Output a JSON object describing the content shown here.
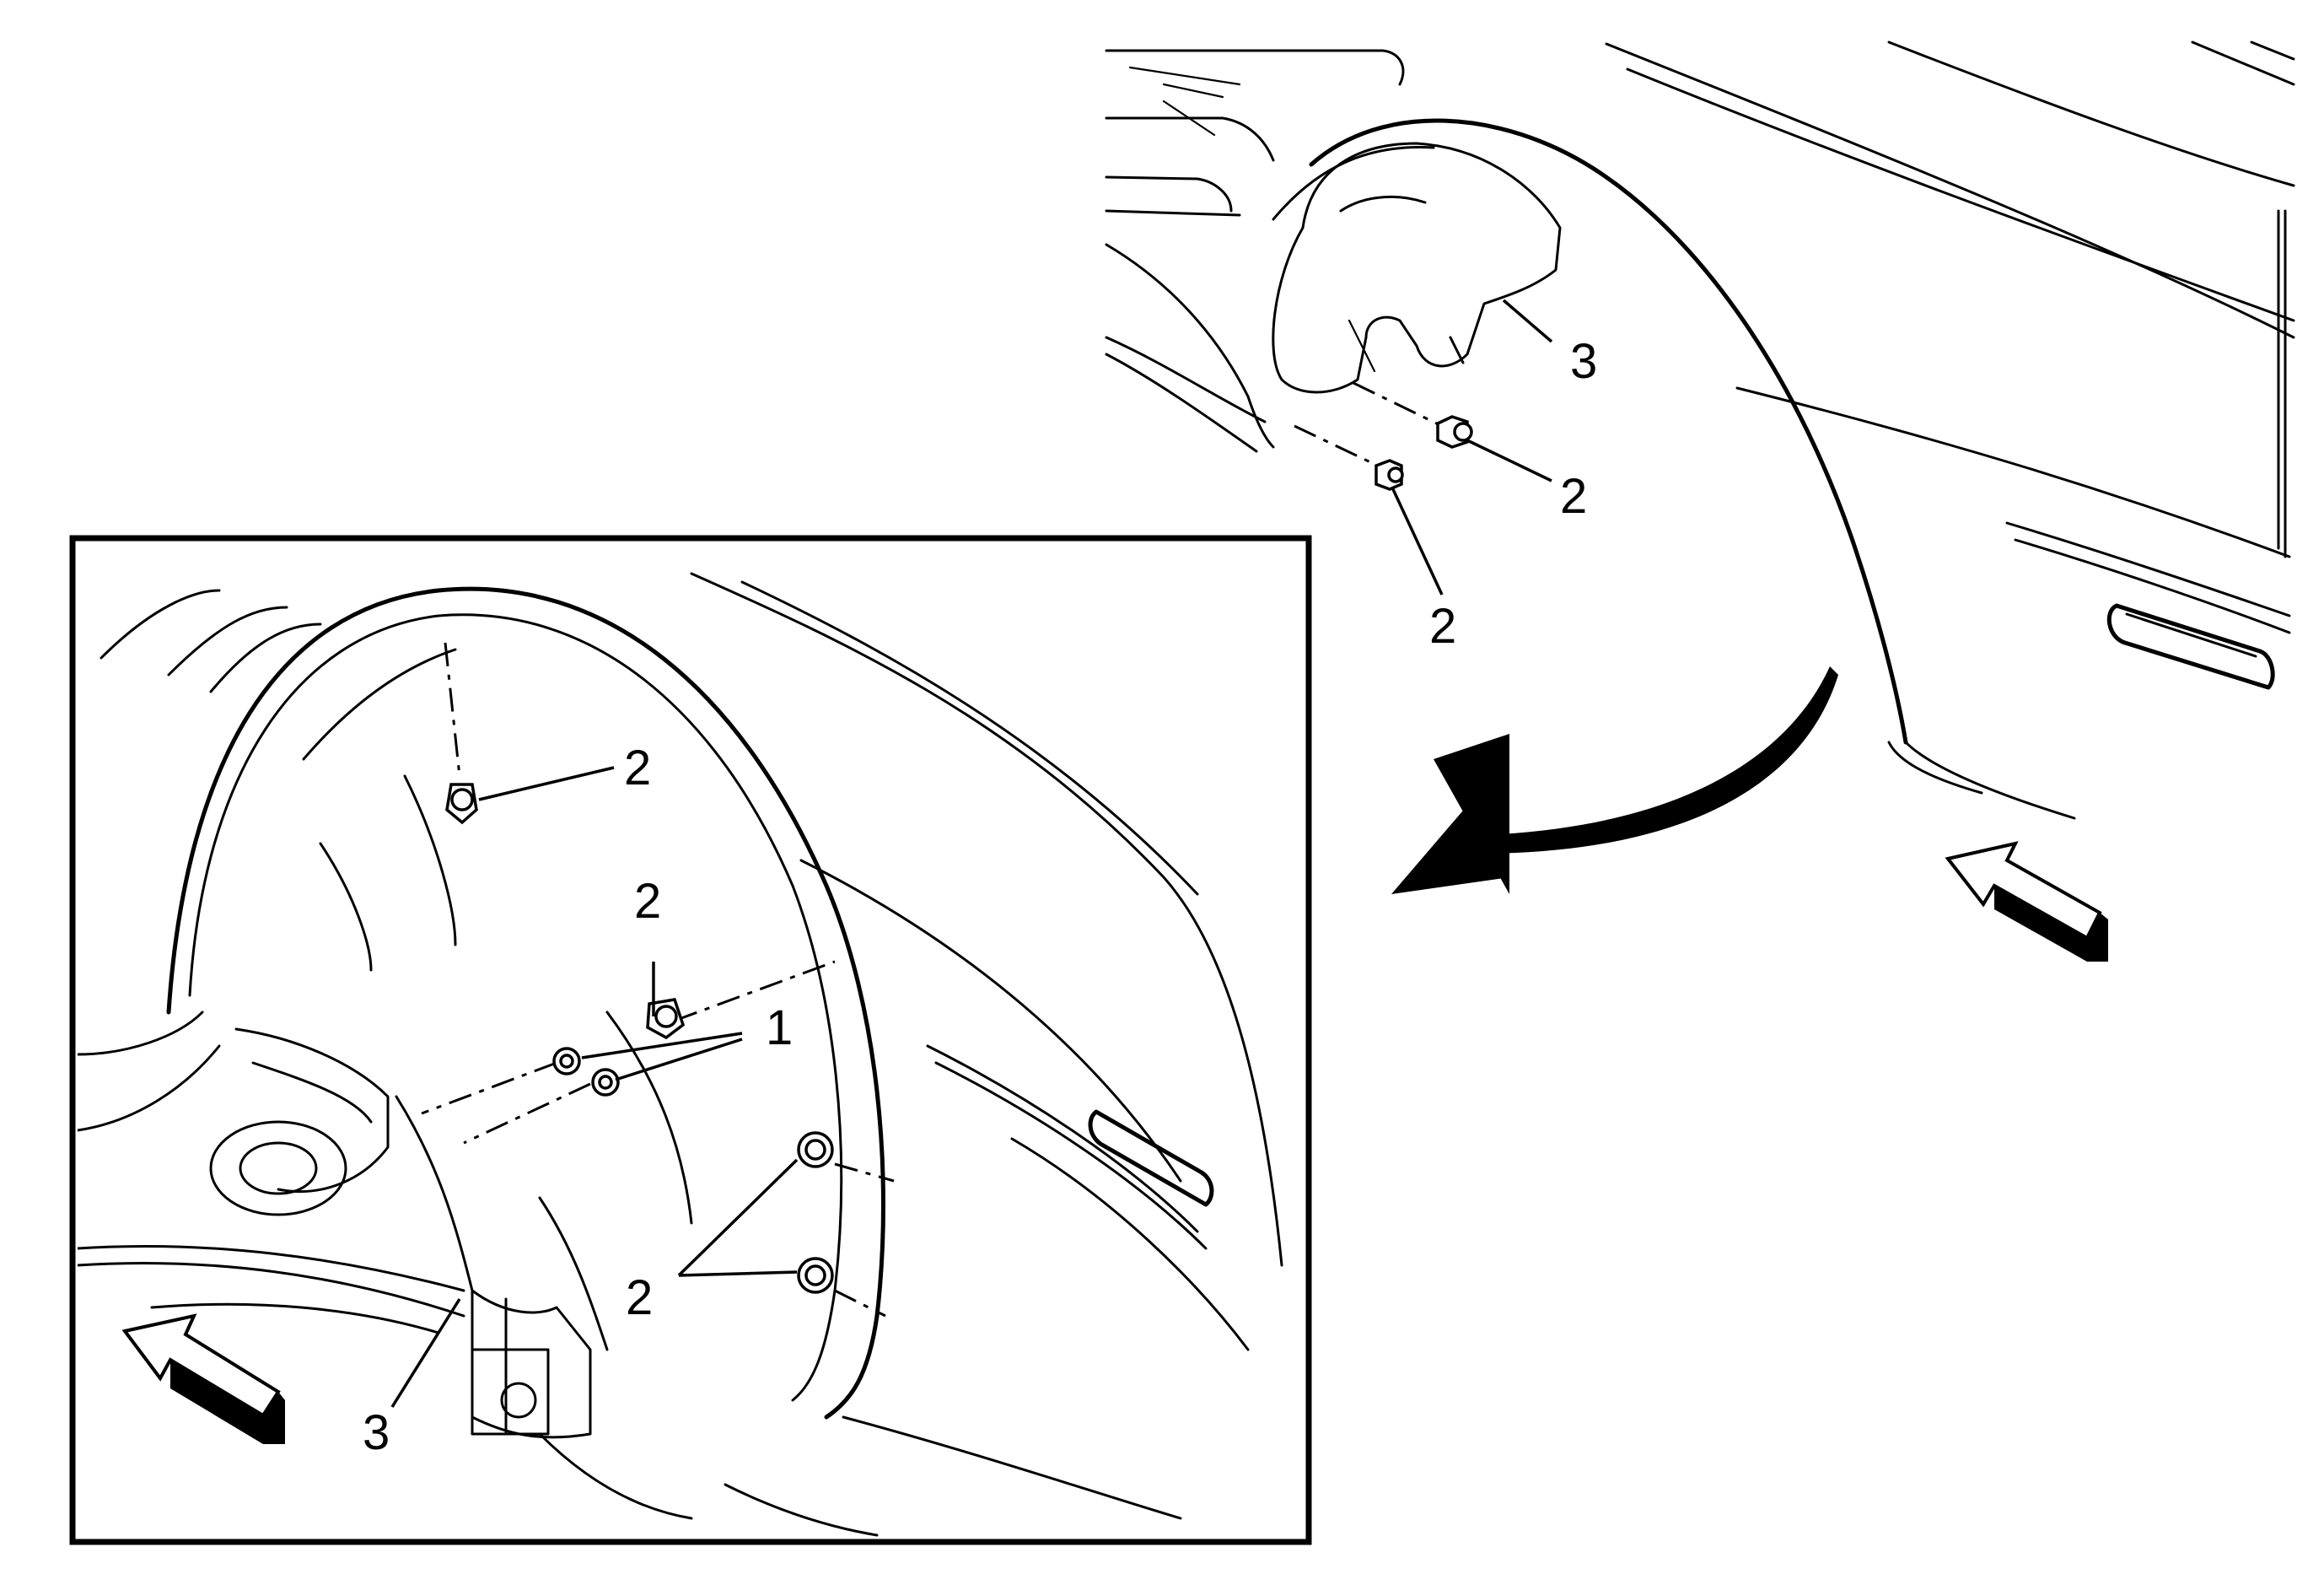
{
  "callouts": {
    "top_label_3": "3",
    "top_label_2a": "2",
    "top_label_2b": "2",
    "inset_label_2a": "2",
    "inset_label_2b": "2",
    "inset_label_1": "1",
    "inset_label_2c": "2",
    "inset_label_3": "3"
  },
  "icons": {
    "view_arrow_top": "view-direction-arrow",
    "view_arrow_inset": "view-direction-arrow",
    "detail_arrow": "curved-detail-arrow"
  },
  "colors": {
    "line": "#000000",
    "background": "#ffffff"
  }
}
